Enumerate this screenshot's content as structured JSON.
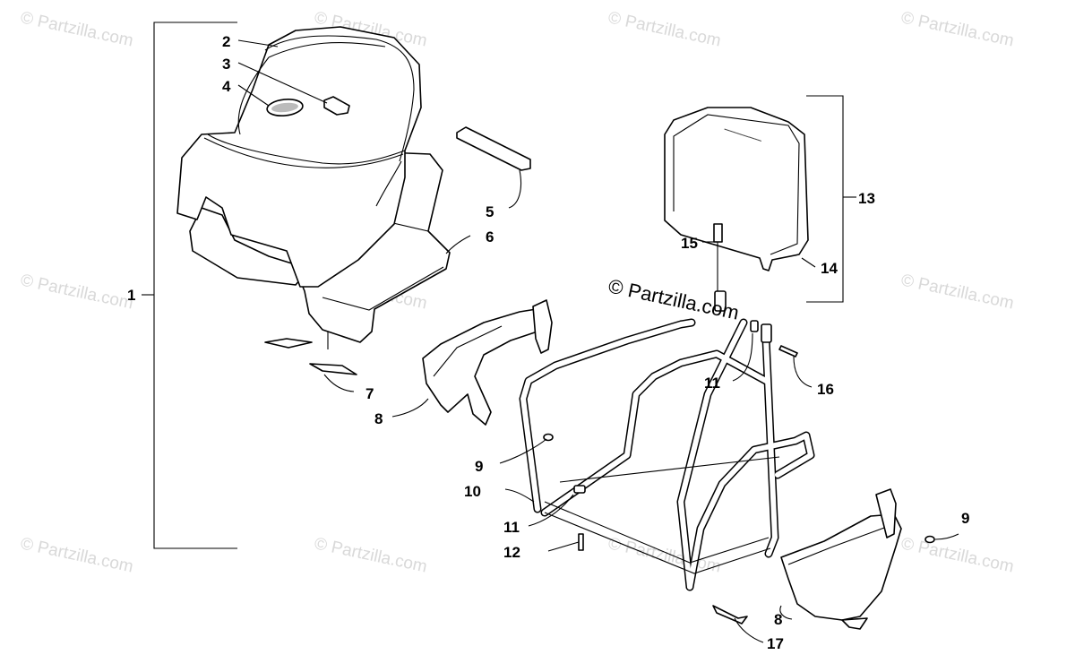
{
  "watermark": "© Partzilla.com",
  "callouts": {
    "c1": "1",
    "c2": "2",
    "c3": "3",
    "c4": "4",
    "c5": "5",
    "c6": "6",
    "c7": "7",
    "c8a": "8",
    "c8b": "8",
    "c9a": "9",
    "c9b": "9",
    "c10": "10",
    "c11a": "11",
    "c11b": "11",
    "c12": "12",
    "c13": "13",
    "c14": "14",
    "c15": "15",
    "c16": "16",
    "c17": "17"
  }
}
